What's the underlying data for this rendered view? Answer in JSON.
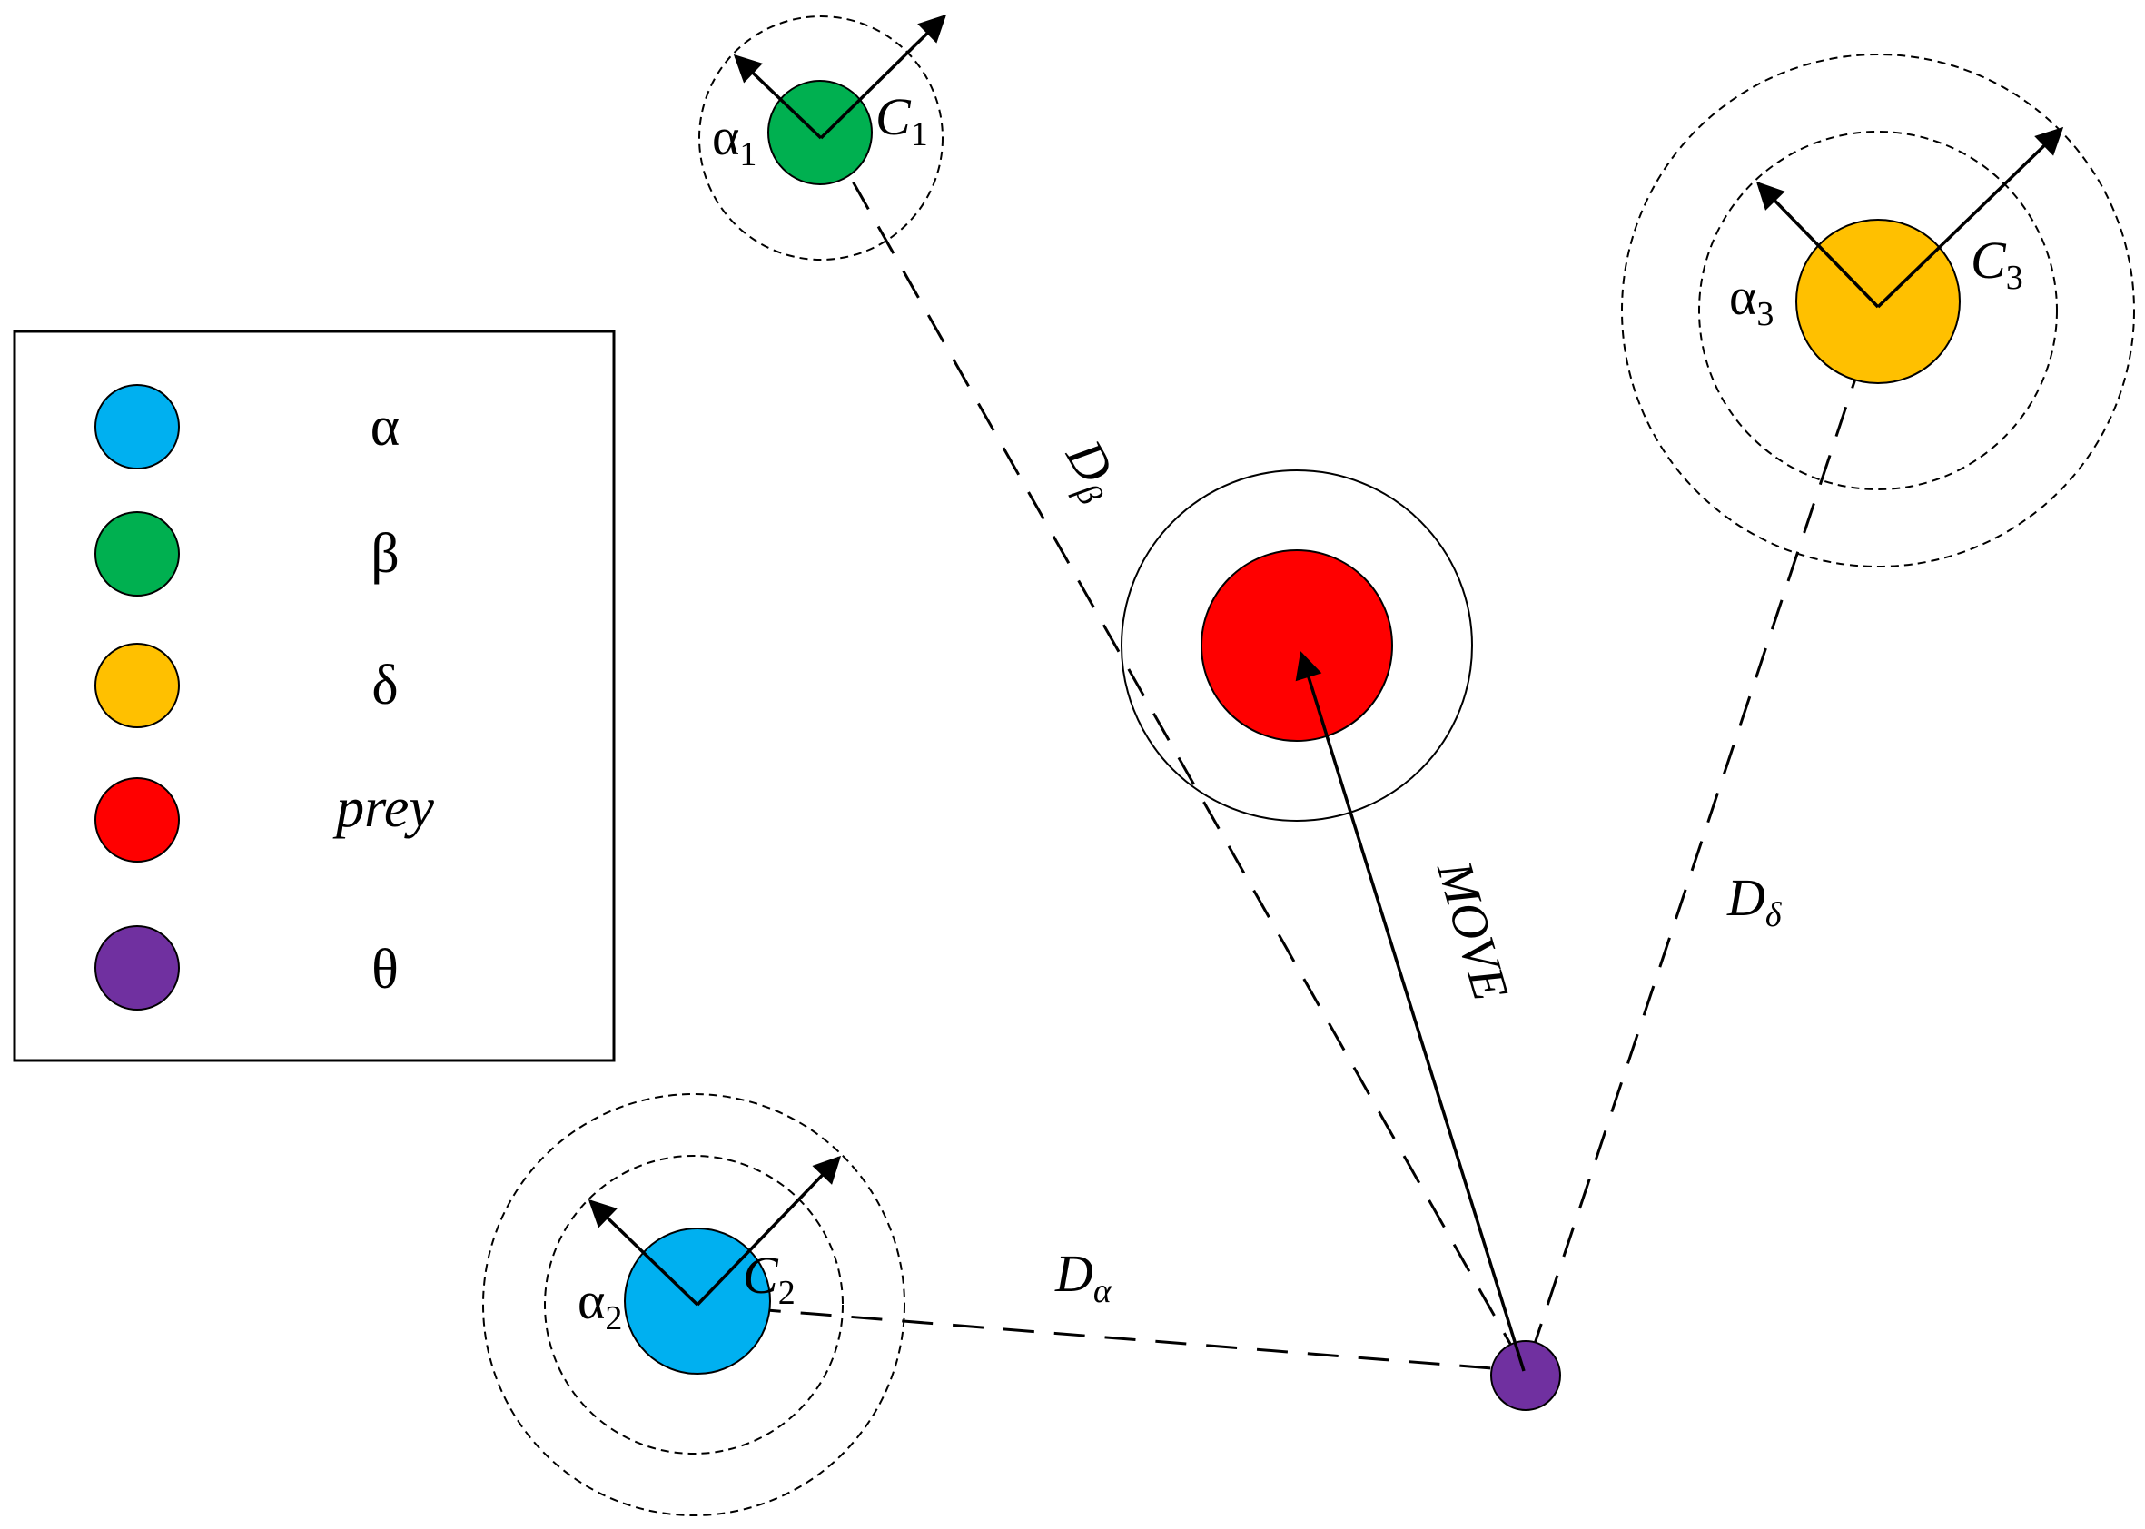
{
  "colors": {
    "alpha": "#00B0F0",
    "beta": "#00B050",
    "delta": "#FFC000",
    "prey": "#FF0000",
    "theta": "#7030A0",
    "stroke": "#000000"
  },
  "legend": {
    "items": [
      {
        "key": "alpha",
        "label": "α",
        "italic": false
      },
      {
        "key": "beta",
        "label": "β",
        "italic": false
      },
      {
        "key": "delta",
        "label": "δ",
        "italic": false
      },
      {
        "key": "prey",
        "label": "prey",
        "italic": true
      },
      {
        "key": "theta",
        "label": "θ",
        "italic": false
      }
    ]
  },
  "wolves": {
    "beta": {
      "a_base": "α",
      "a_sub": "1",
      "c_base": "C",
      "c_sub": "1"
    },
    "alpha": {
      "a_base": "α",
      "a_sub": "2",
      "c_base": "C",
      "c_sub": "2"
    },
    "delta": {
      "a_base": "α",
      "a_sub": "3",
      "c_base": "C",
      "c_sub": "3"
    }
  },
  "distances": {
    "d_beta": {
      "base": "D",
      "sub": "β"
    },
    "d_alpha": {
      "base": "D",
      "sub": "α"
    },
    "d_delta": {
      "base": "D",
      "sub": "δ"
    }
  },
  "move_label": "MOVE"
}
